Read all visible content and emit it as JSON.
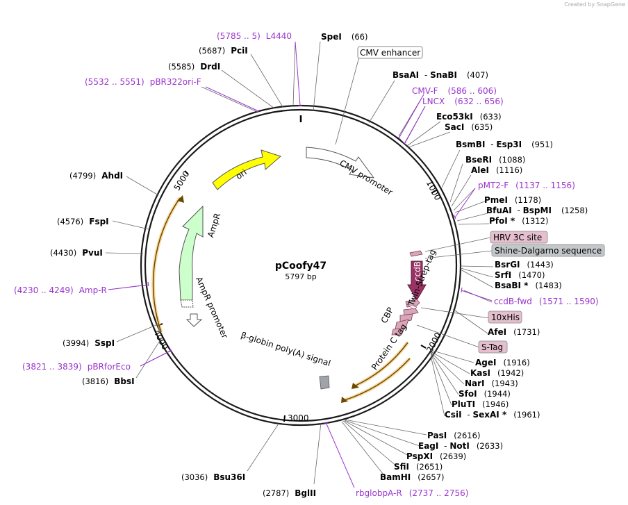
{
  "credit": "Created by SnapGene",
  "plasmid": {
    "name": "pCoofy47",
    "size": "5797 bp"
  },
  "colors": {
    "backbone": "#1a1a1a",
    "primer": "#9933cc",
    "ori": "#ffff00",
    "ampr": "#ccffcc",
    "ccdB": "#993366",
    "tags": "#d9a6b8",
    "sd": "#b0b4b8",
    "polyA": "#a0a4a8",
    "orf": "#f5c060"
  },
  "ticks": [
    "1000",
    "2000",
    "3000",
    "4000",
    "5000"
  ],
  "enzymes": [
    {
      "name": "SpeI",
      "pos": "(66)"
    },
    {
      "name": "PciI",
      "pos": "(5687)"
    },
    {
      "name": "DrdI",
      "pos": "(5585)"
    },
    {
      "name": "BsaAI",
      "name2": "SnaBI",
      "pos": "(407)"
    },
    {
      "name": "Eco53kI",
      "pos": "(633)"
    },
    {
      "name": "SacI",
      "pos": "(635)"
    },
    {
      "name": "BsmBI",
      "name2": "Esp3I",
      "pos": "(951)"
    },
    {
      "name": "BseRI",
      "pos": "(1088)"
    },
    {
      "name": "AleI",
      "pos": "(1116)"
    },
    {
      "name": "PmeI",
      "pos": "(1178)"
    },
    {
      "name": "BfuAI",
      "name2": "BspMI",
      "pos": "(1258)"
    },
    {
      "name": "PfoI *",
      "pos": "(1312)"
    },
    {
      "name": "BsrGI",
      "pos": "(1443)"
    },
    {
      "name": "SrfI",
      "pos": "(1470)"
    },
    {
      "name": "BsaBI *",
      "pos": "(1483)"
    },
    {
      "name": "AfeI",
      "pos": "(1731)"
    },
    {
      "name": "AgeI",
      "pos": "(1916)"
    },
    {
      "name": "KasI",
      "pos": "(1942)"
    },
    {
      "name": "NarI",
      "pos": "(1943)"
    },
    {
      "name": "SfoI",
      "pos": "(1944)"
    },
    {
      "name": "PluTI",
      "pos": "(1946)"
    },
    {
      "name": "CsiI",
      "name2": "SexAI *",
      "pos": "(1961)"
    },
    {
      "name": "PasI",
      "pos": "(2616)"
    },
    {
      "name": "EagI",
      "name2": "NotI",
      "pos": "(2633)"
    },
    {
      "name": "PspXI",
      "pos": "(2639)"
    },
    {
      "name": "SfiI",
      "pos": "(2651)"
    },
    {
      "name": "BamHI",
      "pos": "(2657)"
    },
    {
      "name": "BglII",
      "pos": "(2787)"
    },
    {
      "name": "Bsu36I",
      "pos": "(3036)"
    },
    {
      "name": "BbsI",
      "pos": "(3816)"
    },
    {
      "name": "SspI",
      "pos": "(3994)"
    },
    {
      "name": "PvuI",
      "pos": "(4430)"
    },
    {
      "name": "FspI",
      "pos": "(4576)"
    },
    {
      "name": "AhdI",
      "pos": "(4799)"
    }
  ],
  "primers": [
    {
      "name": "L4440",
      "range": "(5785 .. 5)"
    },
    {
      "name": "pBR322ori-F",
      "range": "(5532 .. 5551)"
    },
    {
      "name": "CMV-F",
      "range": "(586 .. 606)"
    },
    {
      "name": "LNCX",
      "range": "(632 .. 656)"
    },
    {
      "name": "pMT2-F",
      "range": "(1137 .. 1156)"
    },
    {
      "name": "ccdB-fwd",
      "range": "(1571 .. 1590)"
    },
    {
      "name": "rbglobpA-R",
      "range": "(2737 .. 2756)"
    },
    {
      "name": "pBRforEco",
      "range": "(3821 .. 3839)"
    },
    {
      "name": "Amp-R",
      "range": "(4230 .. 4249)"
    }
  ],
  "boxed_features": [
    "CMV enhancer",
    "HRV 3C site",
    "Shine-Dalgarno sequence",
    "10xHis",
    "S-Tag"
  ],
  "features": {
    "cmv_promoter": "CMV promoter",
    "ori": "ori",
    "ampr": "AmpR",
    "ampr_promoter": "AmpR promoter",
    "twin_strep": "Twin-Strep-tag",
    "ccdB": "ccdB",
    "cbp": "CBP",
    "protein_c": "Protein C tag",
    "polyA": "β-globin poly(A) signal"
  }
}
